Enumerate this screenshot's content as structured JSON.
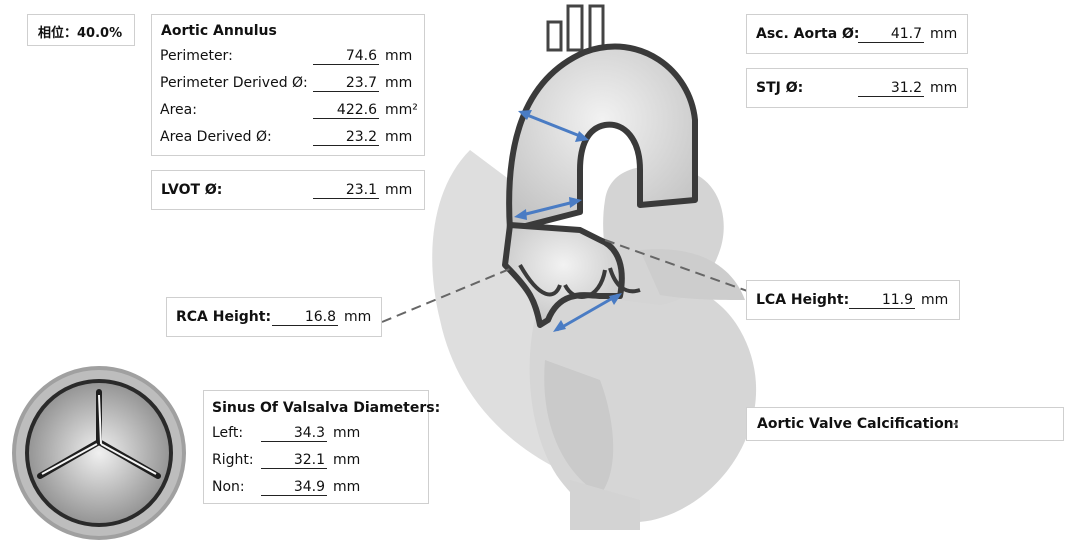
{
  "phase": {
    "label": "相位：40.0%"
  },
  "aortic_annulus": {
    "title": "Aortic Annulus",
    "rows": [
      {
        "label": "Perimeter:",
        "value": "74.6",
        "unit": "mm"
      },
      {
        "label": "Perimeter Derived Ø:",
        "value": "23.7",
        "unit": "mm"
      },
      {
        "label": "Area:",
        "value": "422.6",
        "unit": "mm²"
      },
      {
        "label": "Area Derived Ø:",
        "value": "23.2",
        "unit": "mm"
      }
    ]
  },
  "lvot": {
    "label": "LVOT Ø:",
    "value": "23.1",
    "unit": "mm"
  },
  "rca_height": {
    "label": "RCA Height:",
    "value": "16.8",
    "unit": "mm"
  },
  "asc_aorta": {
    "label": "Asc. Aorta Ø:",
    "value": "41.7",
    "unit": "mm"
  },
  "stj": {
    "label": "STJ Ø:",
    "value": "31.2",
    "unit": "mm"
  },
  "lca_height": {
    "label": "LCA Height:",
    "value": "11.9",
    "unit": "mm"
  },
  "sinus_of_valsalva": {
    "title": "Sinus Of Valsalva Diameters:",
    "rows": [
      {
        "label": "Left:",
        "value": "34.3",
        "unit": "mm"
      },
      {
        "label": "Right:",
        "value": "32.1",
        "unit": "mm"
      },
      {
        "label": "Non:",
        "value": "34.9",
        "unit": "mm"
      }
    ]
  },
  "calcification": {
    "label": "Aortic Valve Calcification:",
    "value": "-"
  },
  "colors": {
    "heart_fill": "#d9d9d9",
    "heart_light": "#e6e6e6",
    "aorta_wall": "#555555",
    "arrow": "#4a7cc4",
    "leader_line": "#666666"
  }
}
